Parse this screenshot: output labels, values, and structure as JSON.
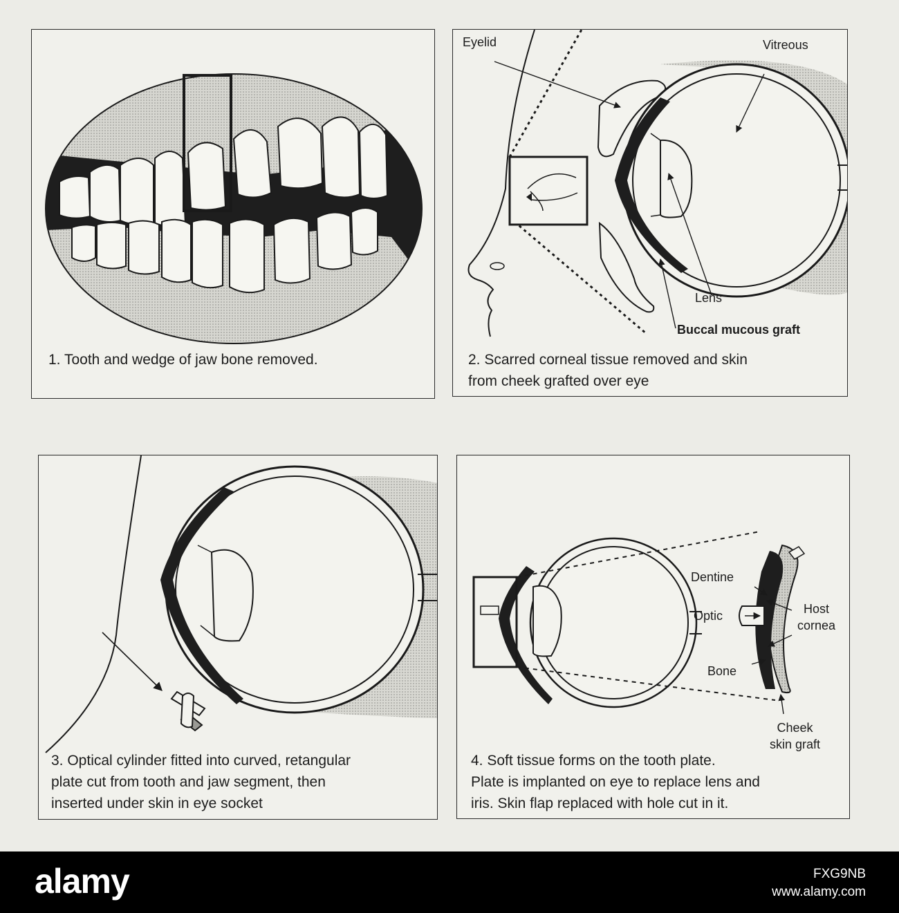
{
  "panels": [
    {
      "caption": "1. Tooth and wedge of jaw bone removed.",
      "labels": []
    },
    {
      "caption": "2. Scarred corneal tissue removed and skin\nfrom cheek grafted over eye",
      "labels": {
        "eyelid": "Eyelid",
        "vitreous": "Vitreous",
        "lens": "Lens",
        "buccal": "Buccal mucous graft"
      }
    },
    {
      "caption": "3. Optical cylinder fitted into curved, retangular\nplate cut from tooth and jaw segment, then\ninserted under skin in eye socket",
      "labels": []
    },
    {
      "caption": "4. Soft tissue forms on the tooth plate.\nPlate is implanted on eye to replace lens and\niris. Skin flap replaced with hole cut in it.",
      "labels": {
        "dentine": "Dentine",
        "optic": "Optic",
        "host": "Host\ncornea",
        "bone": "Bone",
        "cheek": "Cheek\nskin graft"
      }
    }
  ],
  "watermark": {
    "logo": "alamy",
    "image_id": "FXG9NB",
    "url": "www.alamy.com"
  }
}
